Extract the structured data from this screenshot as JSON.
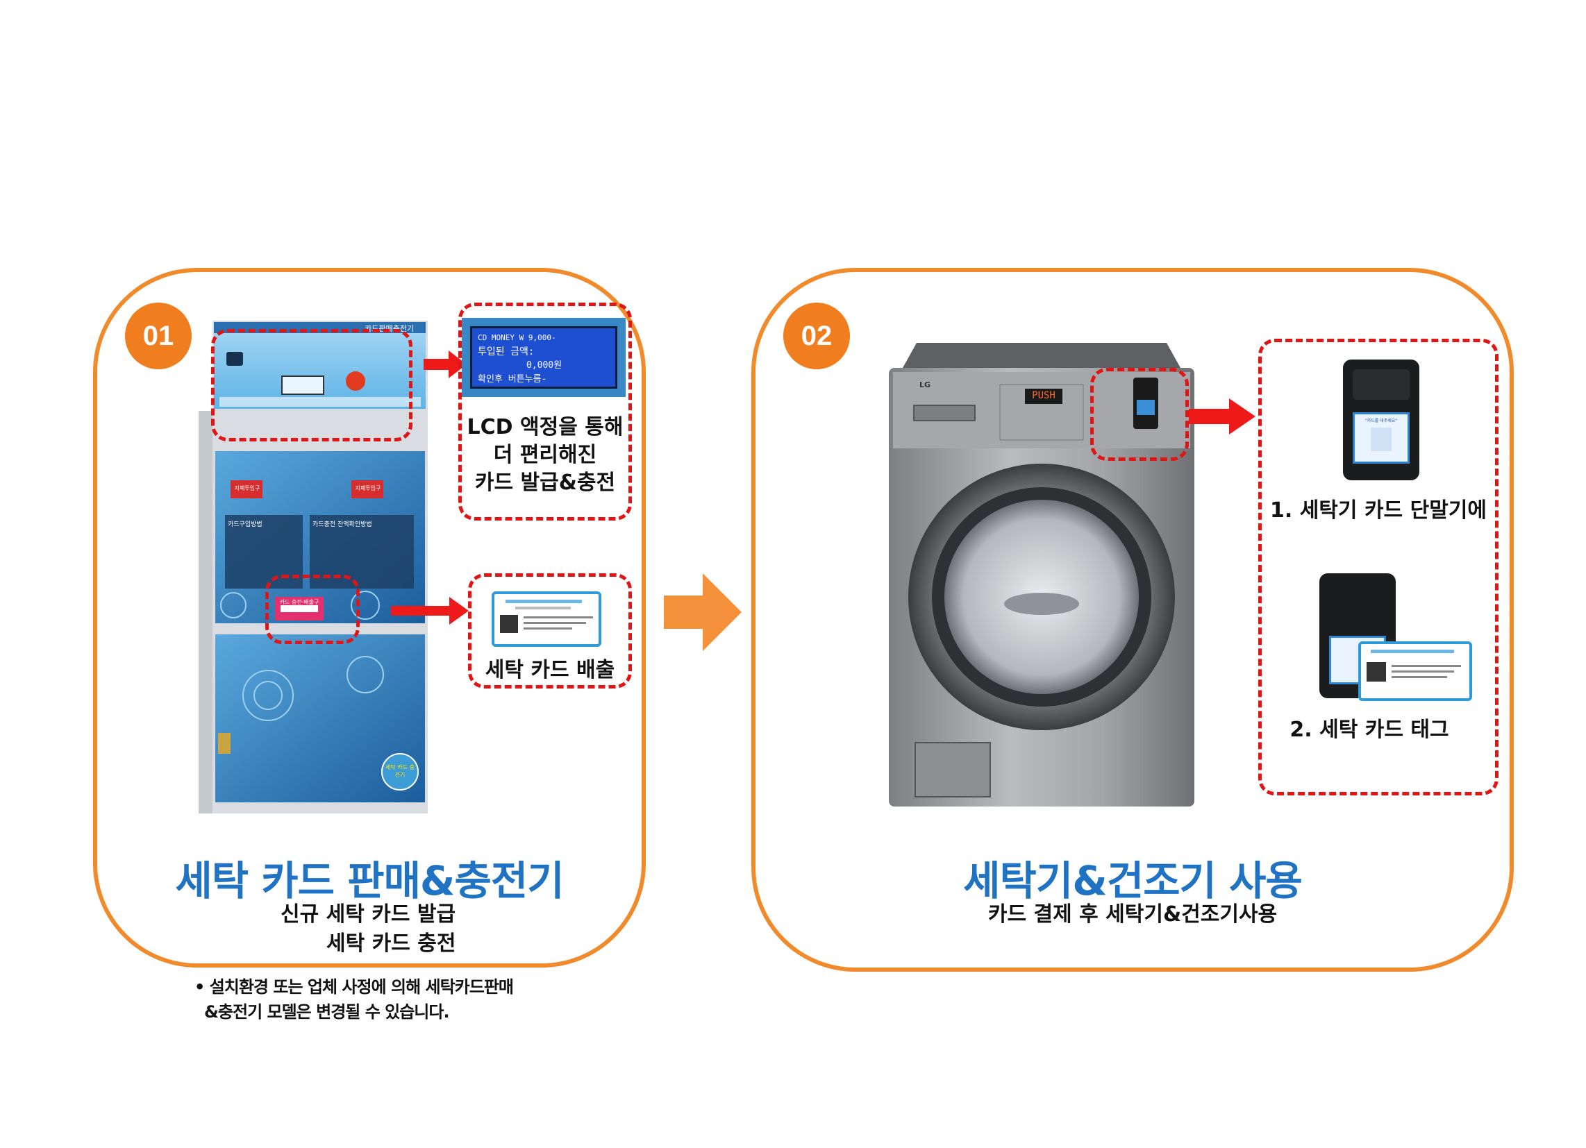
{
  "colors": {
    "accent_orange": "#f08a2a",
    "title_blue": "#1f73c2",
    "highlight_red": "#e01515"
  },
  "step1": {
    "badge": "01",
    "title": "세탁 카드 판매&충전기",
    "subtitle_line1": "신규 세탁 카드 발급",
    "subtitle_line2": "세탁 카드 충전",
    "callout_lcd": {
      "line1": "LCD 액정을 통해",
      "line2": "더 편리해진",
      "line3": "카드 발급&충전",
      "screen": {
        "row1": "CD MONEY W   9,000-",
        "row2": "투입된 금액:",
        "row3": "0,000원",
        "row4": "확인후 버튼누름-"
      }
    },
    "callout_card": {
      "label": "세탁 카드 배출"
    },
    "machine": {
      "top_sign": "카드판매충전기",
      "bill_inlet_left": "지폐투입구",
      "bill_inlet_right": "지폐투입구",
      "howto_buy": "카드구입방법",
      "howto_check": "카드충전 잔액확인방법",
      "card_outlet": "카드 충전·배출구",
      "brand_badge": "세탁 카드 충전기"
    },
    "note_line1": "• 설치환경 또는 업체 사정에 의해 세탁카드판매",
    "note_line2": "&충전기 모델은 변경될 수 있습니다."
  },
  "step2": {
    "badge": "02",
    "title": "세탁기&건조기 사용",
    "subtitle": "카드 결제 후 세탁기&건조기사용",
    "display_text": "PUSH",
    "brand": "LG",
    "caption1": "1. 세탁기 카드 단말기에",
    "caption2": "2. 세탁 카드 태그",
    "reader_label": "\"카드를 대주세요\""
  }
}
